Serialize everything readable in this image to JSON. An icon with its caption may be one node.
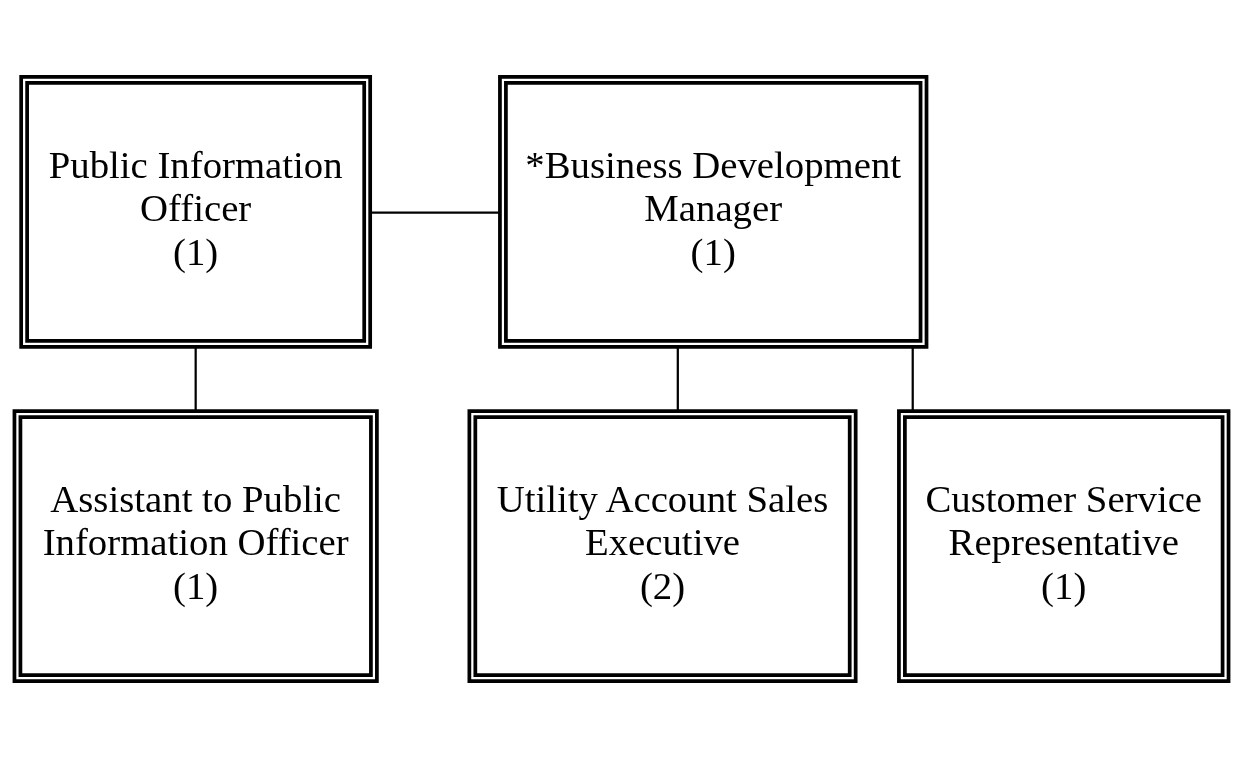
{
  "diagram": {
    "nodes": [
      {
        "text": [
          "Public Information Officer",
          "(1)"
        ]
      },
      {
        "text": [
          "*Business Development Manager",
          "(1)"
        ]
      },
      {
        "text": [
          "Assistant to Public Information Officer",
          "(1)"
        ]
      },
      {
        "text": [
          "Utility Account Sales Executive",
          "(2)"
        ]
      },
      {
        "text": [
          "Customer Service Representative",
          "(1)"
        ]
      }
    ],
    "edges": [
      {
        "from": 0,
        "to": 1,
        "arrow": "none"
      },
      {
        "from": 0,
        "to": 2,
        "arrow": "none"
      },
      {
        "from": 1,
        "to": 3,
        "arrow": "none"
      },
      {
        "from": 1,
        "to": 4,
        "arrow": "none"
      }
    ]
  }
}
